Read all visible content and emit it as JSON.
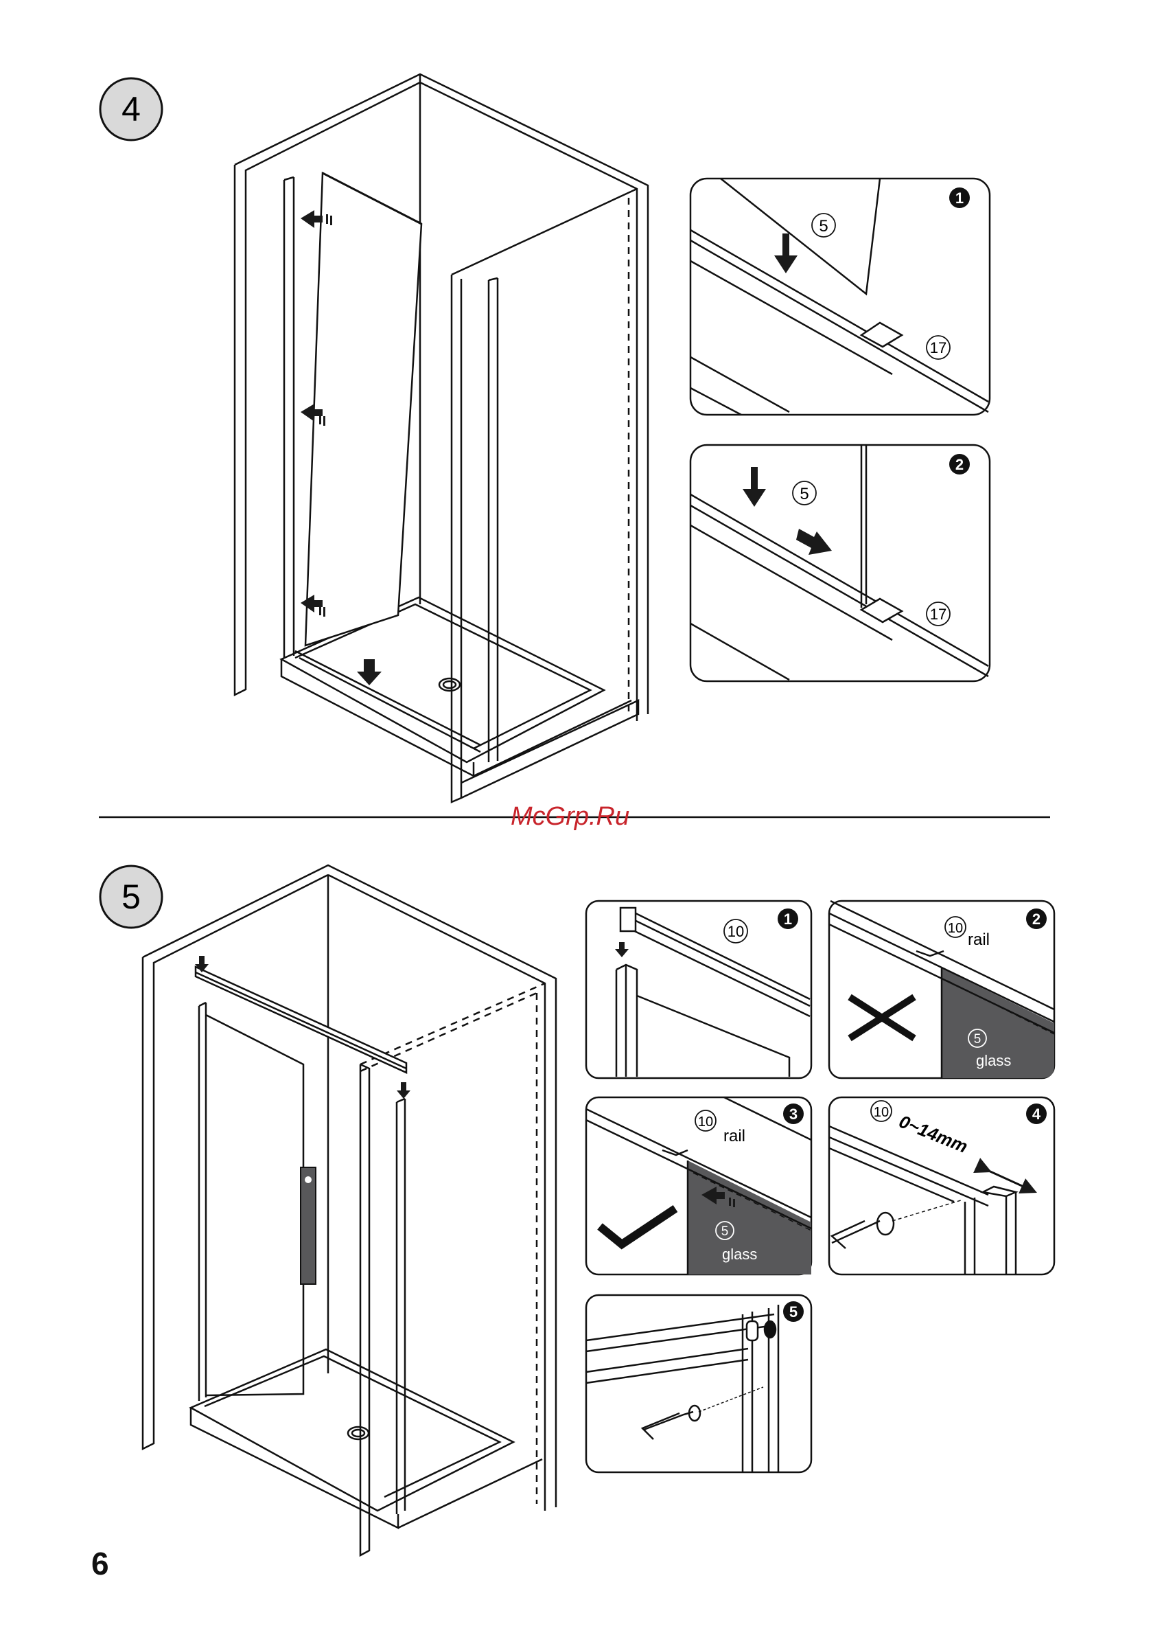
{
  "steps": [
    {
      "number": "4",
      "details": [
        {
          "badge": "1",
          "part_a": "5",
          "part_b": "17"
        },
        {
          "badge": "2",
          "part_a": "5",
          "part_b": "17"
        }
      ]
    },
    {
      "number": "5",
      "details": [
        {
          "badge": "1",
          "part": "10"
        },
        {
          "badge": "2",
          "part": "10",
          "rail_label": "rail",
          "glass_part": "5",
          "glass_label": "glass",
          "status": "incorrect"
        },
        {
          "badge": "3",
          "part": "10",
          "rail_label": "rail",
          "glass_part": "5",
          "glass_label": "glass",
          "status": "correct"
        },
        {
          "badge": "4",
          "part": "10",
          "gap": "0~14mm"
        },
        {
          "badge": "5"
        }
      ]
    }
  ],
  "watermark": "McGrp.Ru",
  "page_number": "6",
  "colors": {
    "ink": "#1a1a1a",
    "glass_fill": "#58585a",
    "badge_fill": "#d9d9d9",
    "watermark": "#c8242b"
  }
}
